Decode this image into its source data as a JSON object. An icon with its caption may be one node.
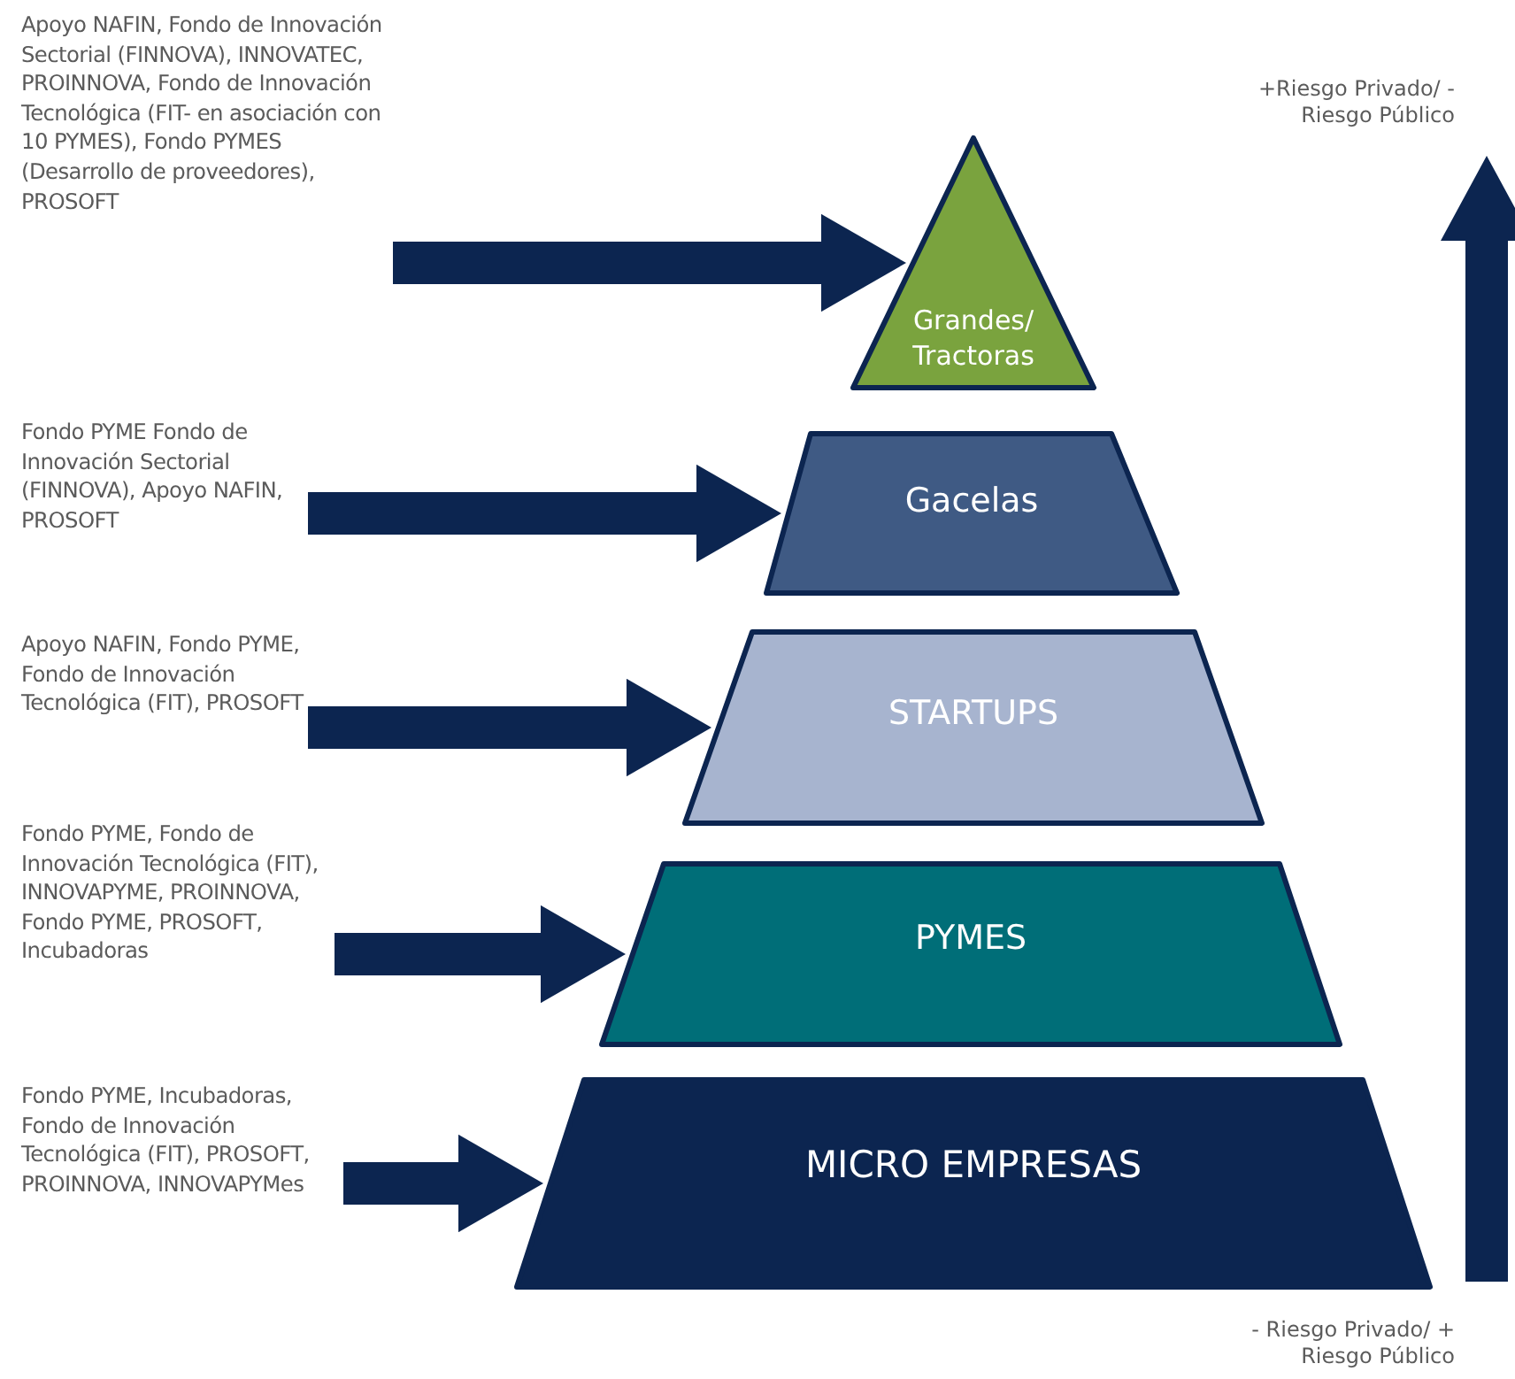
{
  "diagram": {
    "nodes": [
      {
        "text": [
          "Apoyo NAFIN, Fondo de Innovación Sectorial (FINNOVA), INNOVATEC, PROINNOVA, Fondo de Innovación Tecnológica (FIT- en asociación con 10 PYMES), Fondo PYMES (Desarrollo de proveedores), PROSOFT"
        ]
      },
      {
        "text": [
          "Fondo PYME Fondo de Innovación Sectorial (FINNOVA), Apoyo NAFIN, PROSOFT"
        ]
      },
      {
        "text": [
          "Apoyo NAFIN, Fondo PYME, Fondo de Innovación Tecnológica (FIT), PROSOFT"
        ]
      },
      {
        "text": [
          "Fondo PYME, Fondo de Innovación Tecnológica (FIT), INNOVAPYME, PROINNOVA, Fondo PYME, PROSOFT, Incubadoras"
        ]
      },
      {
        "text": [
          "Fondo PYME, Incubadoras, Fondo de Innovación Tecnológica (FIT), PROSOFT, PROINNOVA, INNOVAPYMes"
        ]
      },
      {
        "text": [
          "Grandes/ Tractoras"
        ]
      },
      {
        "text": [
          "Gacelas"
        ]
      },
      {
        "text": [
          "STARTUPS"
        ]
      },
      {
        "text": [
          "PYMES"
        ]
      },
      {
        "text": [
          "MICRO EMPRESAS"
        ]
      }
    ],
    "edges": [
      {
        "from": 0,
        "to": 5,
        "arrow": "to"
      },
      {
        "from": 1,
        "to": 6,
        "arrow": "to"
      },
      {
        "from": 2,
        "to": 7,
        "arrow": "to"
      },
      {
        "from": 3,
        "to": 8,
        "arrow": "to"
      },
      {
        "from": 4,
        "to": 9,
        "arrow": "to"
      }
    ],
    "labels": [
      "+Riesgo Privado/ - Riesgo Público",
      "- Riesgo Privado/ + Riesgo Público"
    ]
  }
}
